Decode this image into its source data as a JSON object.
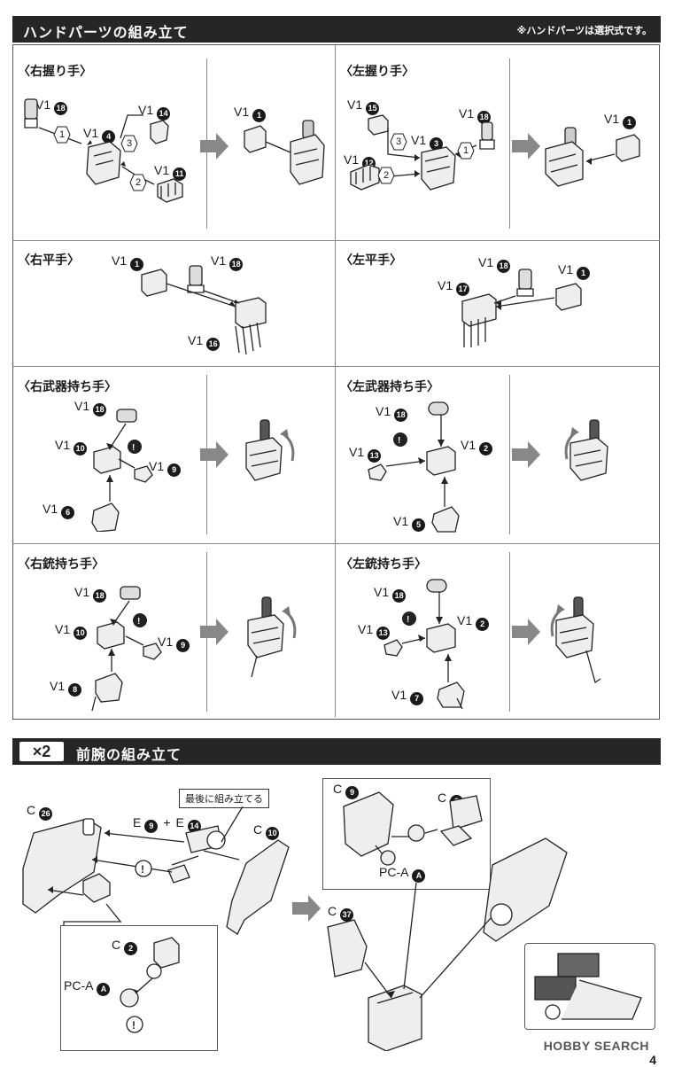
{
  "section1": {
    "title": "ハンドパーツの組み立て",
    "note": "※ハンドパーツは選択式です。"
  },
  "panels": {
    "right_grip": "〈右握り手〉",
    "left_grip": "〈左握り手〉",
    "right_flat": "〈右平手〉",
    "left_flat": "〈左平手〉",
    "right_weapon": "〈右武器持ち手〉",
    "left_weapon": "〈左武器持ち手〉",
    "right_gun": "〈右銃持ち手〉",
    "left_gun": "〈左銃持ち手〉"
  },
  "labels": {
    "rg_18": {
      "part": "V1",
      "num": "18"
    },
    "rg_4": {
      "part": "V1",
      "num": "4"
    },
    "rg_14": {
      "part": "V1",
      "num": "14"
    },
    "rg_11": {
      "part": "V1",
      "num": "11"
    },
    "rg_1": {
      "part": "V1",
      "num": "1"
    },
    "lg_15": {
      "part": "V1",
      "num": "15"
    },
    "lg_18": {
      "part": "V1",
      "num": "18"
    },
    "lg_3": {
      "part": "V1",
      "num": "3"
    },
    "lg_12": {
      "part": "V1",
      "num": "12"
    },
    "lg_1": {
      "part": "V1",
      "num": "1"
    },
    "rf_1": {
      "part": "V1",
      "num": "1"
    },
    "rf_18": {
      "part": "V1",
      "num": "18"
    },
    "rf_16": {
      "part": "V1",
      "num": "16"
    },
    "lf_18": {
      "part": "V1",
      "num": "18"
    },
    "lf_1": {
      "part": "V1",
      "num": "1"
    },
    "lf_17": {
      "part": "V1",
      "num": "17"
    },
    "rw_18": {
      "part": "V1",
      "num": "18"
    },
    "rw_10": {
      "part": "V1",
      "num": "10"
    },
    "rw_9": {
      "part": "V1",
      "num": "9"
    },
    "rw_6": {
      "part": "V1",
      "num": "6"
    },
    "lw_18": {
      "part": "V1",
      "num": "18"
    },
    "lw_13": {
      "part": "V1",
      "num": "13"
    },
    "lw_2": {
      "part": "V1",
      "num": "2"
    },
    "lw_5": {
      "part": "V1",
      "num": "5"
    },
    "rn_18": {
      "part": "V1",
      "num": "18"
    },
    "rn_10": {
      "part": "V1",
      "num": "10"
    },
    "rn_9": {
      "part": "V1",
      "num": "9"
    },
    "rn_8": {
      "part": "V1",
      "num": "8"
    },
    "ln_18": {
      "part": "V1",
      "num": "18"
    },
    "ln_13": {
      "part": "V1",
      "num": "13"
    },
    "ln_2": {
      "part": "V1",
      "num": "2"
    },
    "ln_7": {
      "part": "V1",
      "num": "7"
    }
  },
  "steps": {
    "one": "1",
    "two": "2",
    "three": "3"
  },
  "section2": {
    "count": "×2",
    "title": "前腕の組み立て",
    "caption": "最後に組み立てる",
    "c26": {
      "part": "C",
      "num": "26"
    },
    "e9e14": {
      "part1": "E",
      "num1": "9",
      "plus": "+",
      "part2": "E",
      "num2": "14"
    },
    "c10": {
      "part": "C",
      "num": "10"
    },
    "c2": {
      "part": "C",
      "num": "2"
    },
    "pca1": {
      "part": "PC-A",
      "num": "A"
    },
    "c9": {
      "part": "C",
      "num": "9"
    },
    "c8": {
      "part": "C",
      "num": "8"
    },
    "pca2": {
      "part": "PC-A",
      "num": "A"
    },
    "c37": {
      "part": "C",
      "num": "37"
    }
  },
  "watermark": "HOBBY SEARCH",
  "page_number": "4",
  "colors": {
    "bar": "#262626",
    "arrow": "#888888",
    "badge": "#1a1a1a"
  }
}
